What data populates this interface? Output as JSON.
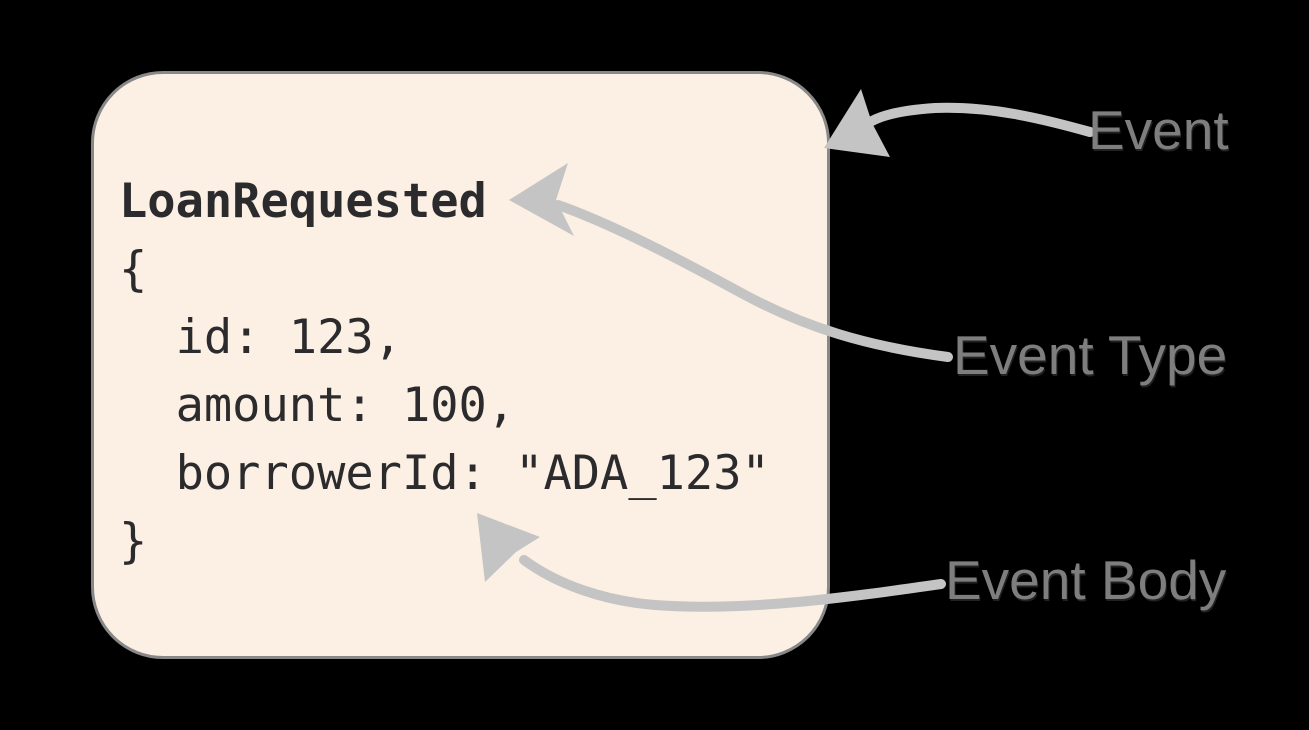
{
  "event_card": {
    "type_name": "LoanRequested",
    "body_text": "{\n  id: 123,\n  amount: 100,\n  borrowerId: \"ADA_123\"\n}"
  },
  "annotations": {
    "event": {
      "label": "Event"
    },
    "event_type": {
      "label": "Event Type"
    },
    "event_body": {
      "label": "Event Body"
    }
  },
  "colors": {
    "page_bg": "#000000",
    "card_fill": "#fcefe3",
    "card_border": "#888888",
    "code_text": "#2b2b2e",
    "label_text": "#7e7e7e",
    "arrow": "#c4c4c4"
  }
}
